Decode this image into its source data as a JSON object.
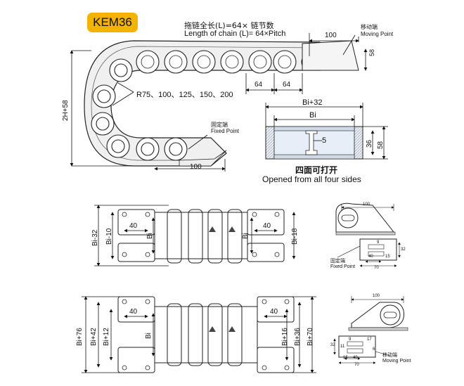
{
  "model": "KEM36",
  "chain_length_cn": "拖链全长(L)=64× 链节数",
  "chain_length_en": "Length of chain (L)= 64×Pitch",
  "radius_list": "R75、100、125、150、200",
  "moving_point_cn": "移动端",
  "moving_point_en": "Moving Point",
  "fixed_point_cn": "固定端",
  "fixed_point_en": "Fixed Point",
  "opened_cn": "四面可打开",
  "opened_en": "Opened from all four sides",
  "dims": {
    "d100": "100",
    "d58": "58",
    "d64": "64",
    "d2h": "2H+58",
    "bi32": "Bi+32",
    "bi": "Bi",
    "d5": "5",
    "d36": "36",
    "bi_32": "Bi-32",
    "bi_10": "Bi-10",
    "bi_18": "Bi-18",
    "d40": "40",
    "bi76": "Bi+76",
    "bi42": "Bi+42",
    "bi12": "Bi+12",
    "bi16": "Bi+16",
    "bi36": "Bi+36",
    "bi70": "Bi+70",
    "d9": "9",
    "d11": "11",
    "d32": "32",
    "d15": "15",
    "d70": "70",
    "d17": "17",
    "d6": "6"
  }
}
